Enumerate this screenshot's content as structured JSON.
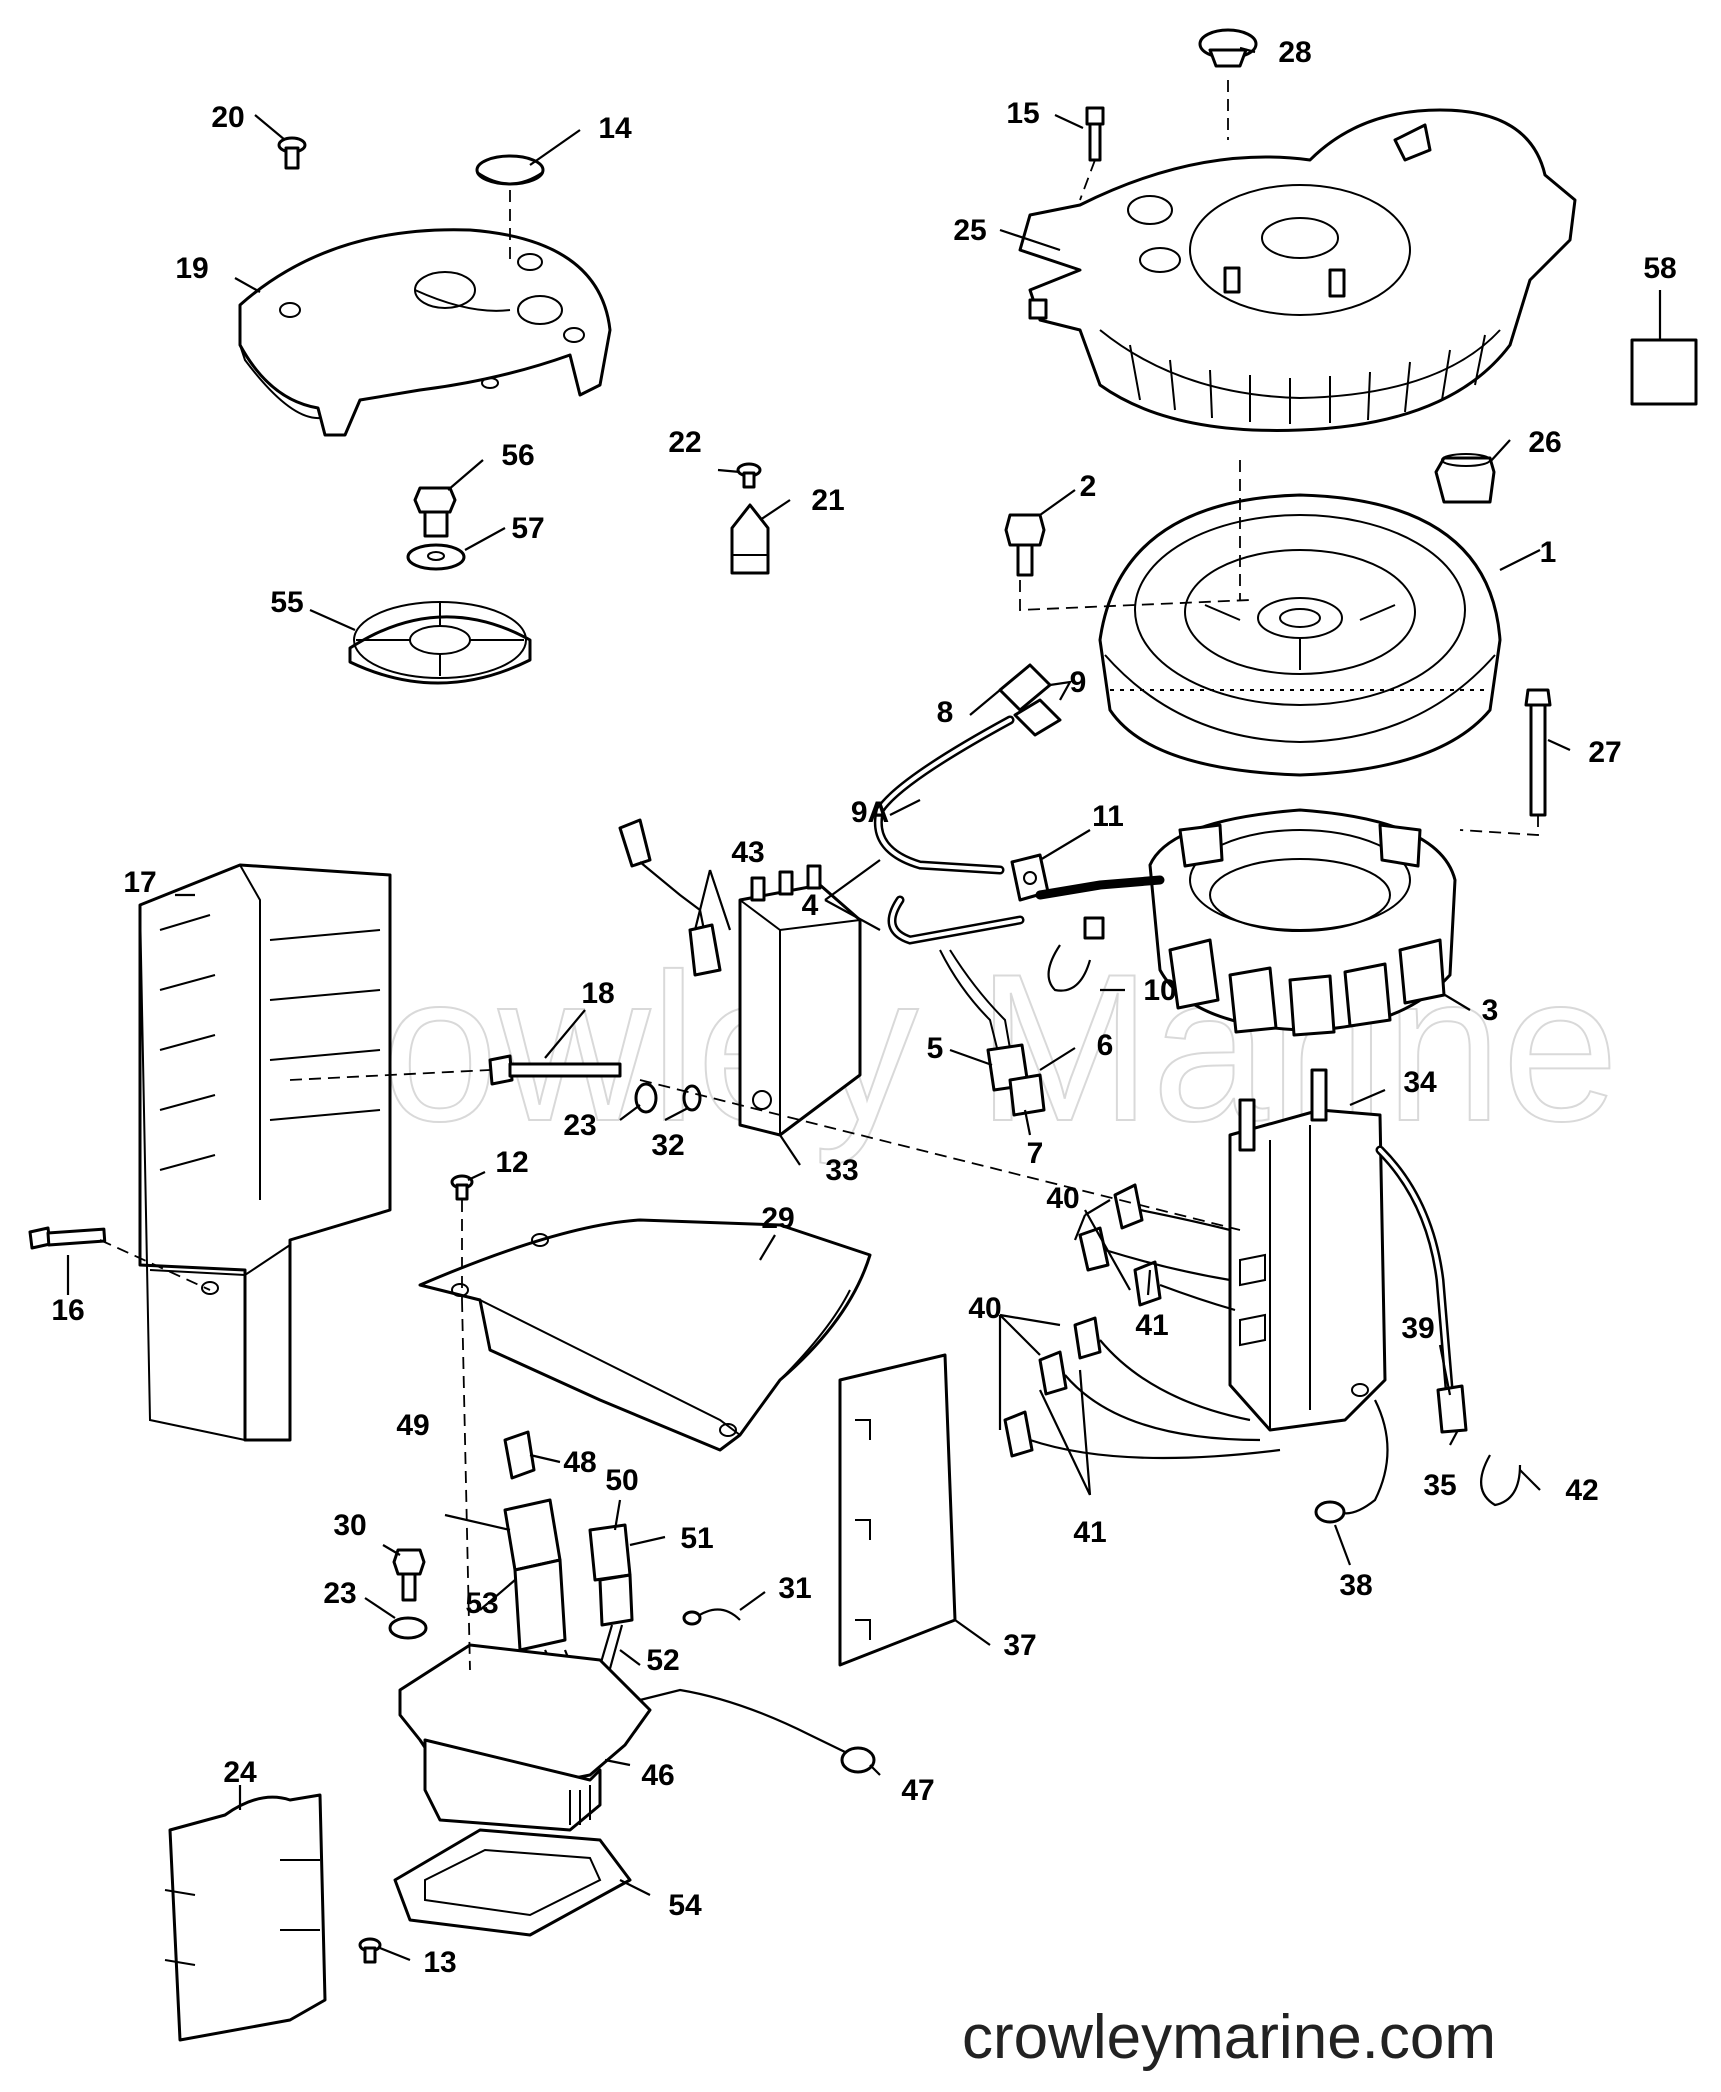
{
  "watermark": "Crowley Marine",
  "site_label": "crowleymarine.com",
  "callouts": [
    {
      "id": "c1",
      "label": "1"
    },
    {
      "id": "c2",
      "label": "2"
    },
    {
      "id": "c3",
      "label": "3"
    },
    {
      "id": "c4",
      "label": "4"
    },
    {
      "id": "c5",
      "label": "5"
    },
    {
      "id": "c6",
      "label": "6"
    },
    {
      "id": "c7",
      "label": "7"
    },
    {
      "id": "c8",
      "label": "8"
    },
    {
      "id": "c9",
      "label": "9"
    },
    {
      "id": "c9a",
      "label": "9A"
    },
    {
      "id": "c10",
      "label": "10"
    },
    {
      "id": "c11",
      "label": "11"
    },
    {
      "id": "c12",
      "label": "12"
    },
    {
      "id": "c13",
      "label": "13"
    },
    {
      "id": "c14",
      "label": "14"
    },
    {
      "id": "c15",
      "label": "15"
    },
    {
      "id": "c16",
      "label": "16"
    },
    {
      "id": "c17",
      "label": "17"
    },
    {
      "id": "c18",
      "label": "18"
    },
    {
      "id": "c19",
      "label": "19"
    },
    {
      "id": "c20",
      "label": "20"
    },
    {
      "id": "c21",
      "label": "21"
    },
    {
      "id": "c22",
      "label": "22"
    },
    {
      "id": "c23a",
      "label": "23"
    },
    {
      "id": "c23b",
      "label": "23"
    },
    {
      "id": "c24",
      "label": "24"
    },
    {
      "id": "c25",
      "label": "25"
    },
    {
      "id": "c26",
      "label": "26"
    },
    {
      "id": "c27",
      "label": "27"
    },
    {
      "id": "c28",
      "label": "28"
    },
    {
      "id": "c29",
      "label": "29"
    },
    {
      "id": "c30",
      "label": "30"
    },
    {
      "id": "c31",
      "label": "31"
    },
    {
      "id": "c32",
      "label": "32"
    },
    {
      "id": "c33",
      "label": "33"
    },
    {
      "id": "c34",
      "label": "34"
    },
    {
      "id": "c35",
      "label": "35"
    },
    {
      "id": "c37",
      "label": "37"
    },
    {
      "id": "c38",
      "label": "38"
    },
    {
      "id": "c39",
      "label": "39"
    },
    {
      "id": "c40a",
      "label": "40"
    },
    {
      "id": "c40b",
      "label": "40"
    },
    {
      "id": "c41a",
      "label": "41"
    },
    {
      "id": "c41b",
      "label": "41"
    },
    {
      "id": "c42",
      "label": "42"
    },
    {
      "id": "c43",
      "label": "43"
    },
    {
      "id": "c46",
      "label": "46"
    },
    {
      "id": "c47",
      "label": "47"
    },
    {
      "id": "c48",
      "label": "48"
    },
    {
      "id": "c49",
      "label": "49"
    },
    {
      "id": "c50",
      "label": "50"
    },
    {
      "id": "c51",
      "label": "51"
    },
    {
      "id": "c52",
      "label": "52"
    },
    {
      "id": "c53",
      "label": "53"
    },
    {
      "id": "c54",
      "label": "54"
    },
    {
      "id": "c55",
      "label": "55"
    },
    {
      "id": "c56",
      "label": "56"
    },
    {
      "id": "c57",
      "label": "57"
    },
    {
      "id": "c58",
      "label": "58"
    }
  ]
}
